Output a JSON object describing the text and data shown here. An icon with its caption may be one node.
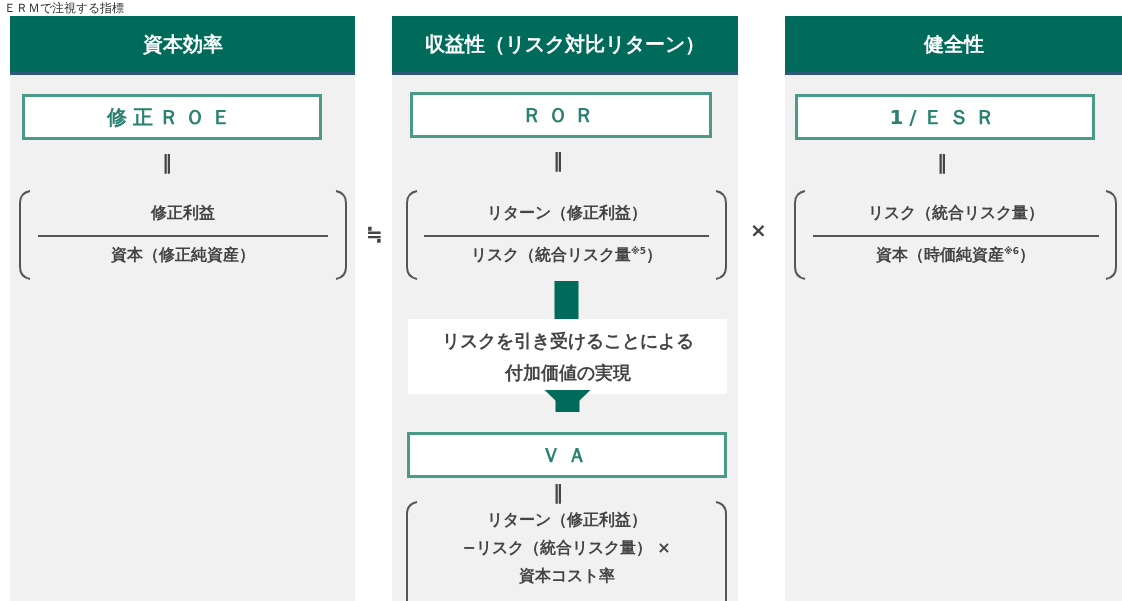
{
  "diagram": {
    "title": "ＥＲＭで注視する指標",
    "nodes": [
      {
        "text": [
          "資本効率"
        ]
      },
      {
        "text": [
          "修正ＲＯＥ"
        ],
        "in": 0
      },
      {
        "text": [
          "修正利益",
          "資本（修正純資産）"
        ],
        "in": 0
      },
      {
        "text": [
          "収益性（リスク対比リターン）"
        ]
      },
      {
        "text": [
          "ＲＯＲ"
        ],
        "in": 3
      },
      {
        "text": [
          "リターン（修正利益）",
          "リスク（統合リスク量$^{※5}$）"
        ],
        "in": 3
      },
      {
        "text": [
          "リスクを引き受けることによる付加価値の実現"
        ],
        "in": 3
      },
      {
        "text": [
          "ＶＡ"
        ],
        "in": 3
      },
      {
        "text": [
          "リターン（修正利益） −リスク（統合リスク量） ×資本コスト率"
        ],
        "in": 3
      },
      {
        "text": [
          "健全性"
        ]
      },
      {
        "text": [
          "1/ＥＳＲ"
        ],
        "in": 9
      },
      {
        "text": [
          "リスク（統合リスク量）",
          "資本（時価純資産$^{※6}$）"
        ],
        "in": 9
      }
    ],
    "edges": [
      {
        "from": 5,
        "to": 6,
        "arrow": "none"
      },
      {
        "from": 6,
        "to": 7,
        "arrow": "to"
      }
    ],
    "labels": [
      "‖",
      "‖",
      "‖",
      "≒",
      "×",
      "‖"
    ]
  }
}
